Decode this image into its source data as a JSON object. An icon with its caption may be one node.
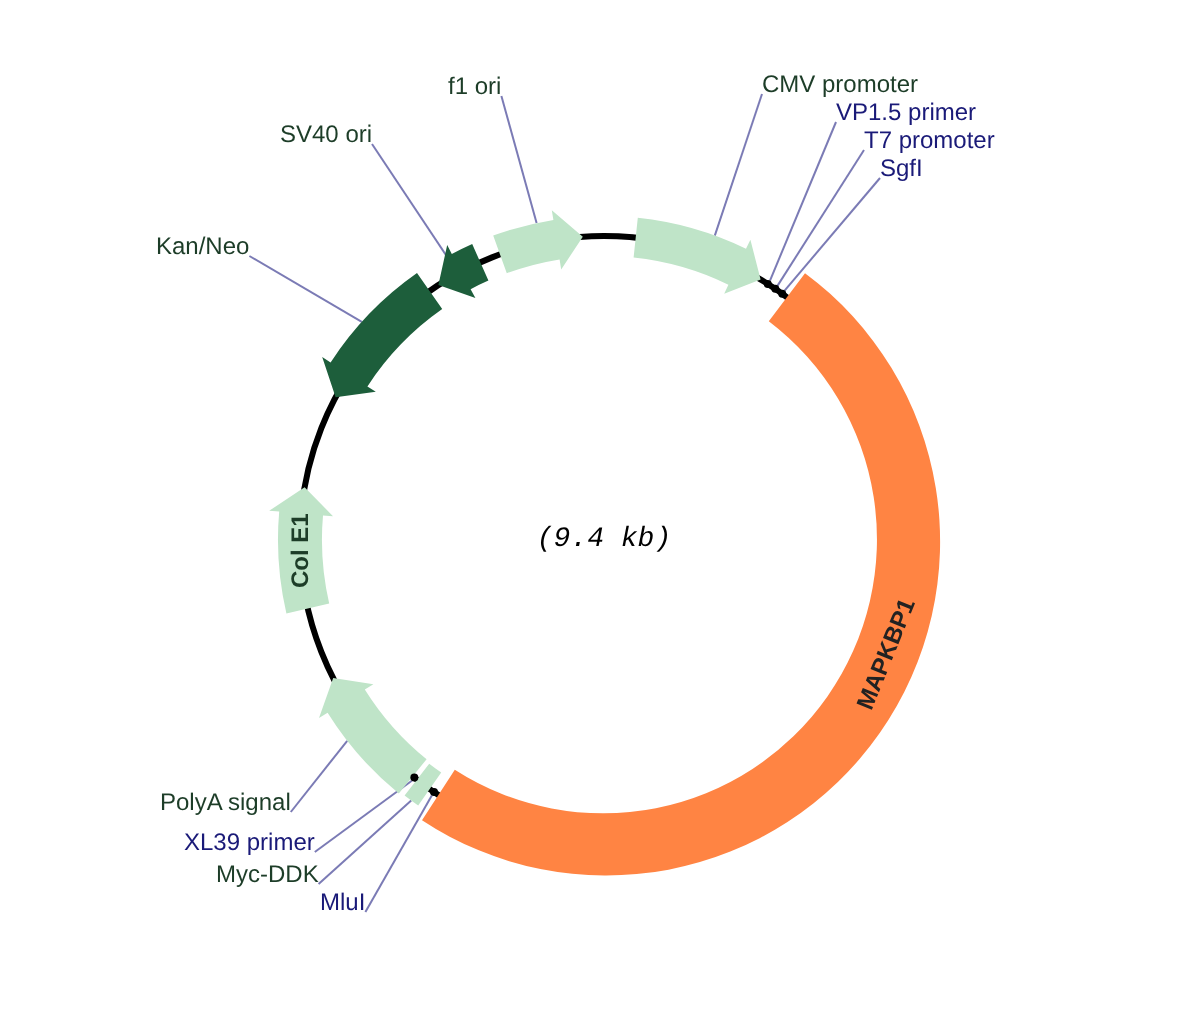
{
  "diagram": {
    "nodes": [
      {
        "text": [
          "f1 ori"
        ]
      },
      {
        "text": [],
        "shape": "arrow"
      },
      {
        "text": [
          "SV40 ori"
        ]
      },
      {
        "text": [],
        "shape": "arrow"
      },
      {
        "text": [
          "Kan/Neo"
        ]
      },
      {
        "text": [],
        "shape": "arrow"
      },
      {
        "text": [
          "CMV promoter"
        ]
      },
      {
        "text": [],
        "shape": "arrow"
      },
      {
        "text": [
          "VP1.5 primer"
        ]
      },
      {
        "text": [
          "T7 promoter"
        ]
      },
      {
        "text": [
          "SgfI"
        ]
      },
      {
        "text": [
          "MAPKBP1"
        ]
      },
      {
        "text": [
          "Col E1"
        ]
      },
      {
        "text": [
          "PolyA signal"
        ]
      },
      {
        "text": [],
        "shape": "arrow"
      },
      {
        "text": [
          "XL39 primer"
        ]
      },
      {
        "text": [
          "Myc-DDK"
        ]
      },
      {
        "text": [],
        "shape": "box"
      },
      {
        "text": [
          "MluI"
        ]
      },
      {
        "text": [],
        "shape": "circle"
      },
      {
        "text": [],
        "shape": "circle"
      },
      {
        "text": [],
        "shape": "circle"
      },
      {
        "text": [],
        "shape": "circle"
      },
      {
        "text": [],
        "shape": "circle"
      }
    ],
    "edges": [
      {
        "from": 0,
        "to": 1,
        "arrow": "none"
      },
      {
        "from": 2,
        "to": 3,
        "arrow": "none"
      },
      {
        "from": 4,
        "to": 5,
        "arrow": "none"
      },
      {
        "from": 6,
        "to": 7,
        "arrow": "none"
      },
      {
        "from": 8,
        "to": 19,
        "arrow": "none"
      },
      {
        "from": 9,
        "to": 20,
        "arrow": "none"
      },
      {
        "from": 10,
        "to": 21,
        "arrow": "none"
      },
      {
        "from": 13,
        "to": 14,
        "arrow": "none"
      },
      {
        "from": 15,
        "to": 22,
        "arrow": "none"
      },
      {
        "from": 16,
        "to": 17,
        "arrow": "none"
      },
      {
        "from": 18,
        "to": 23,
        "arrow": "none"
      }
    ],
    "labels": [
      "(9.4 kb)"
    ]
  }
}
